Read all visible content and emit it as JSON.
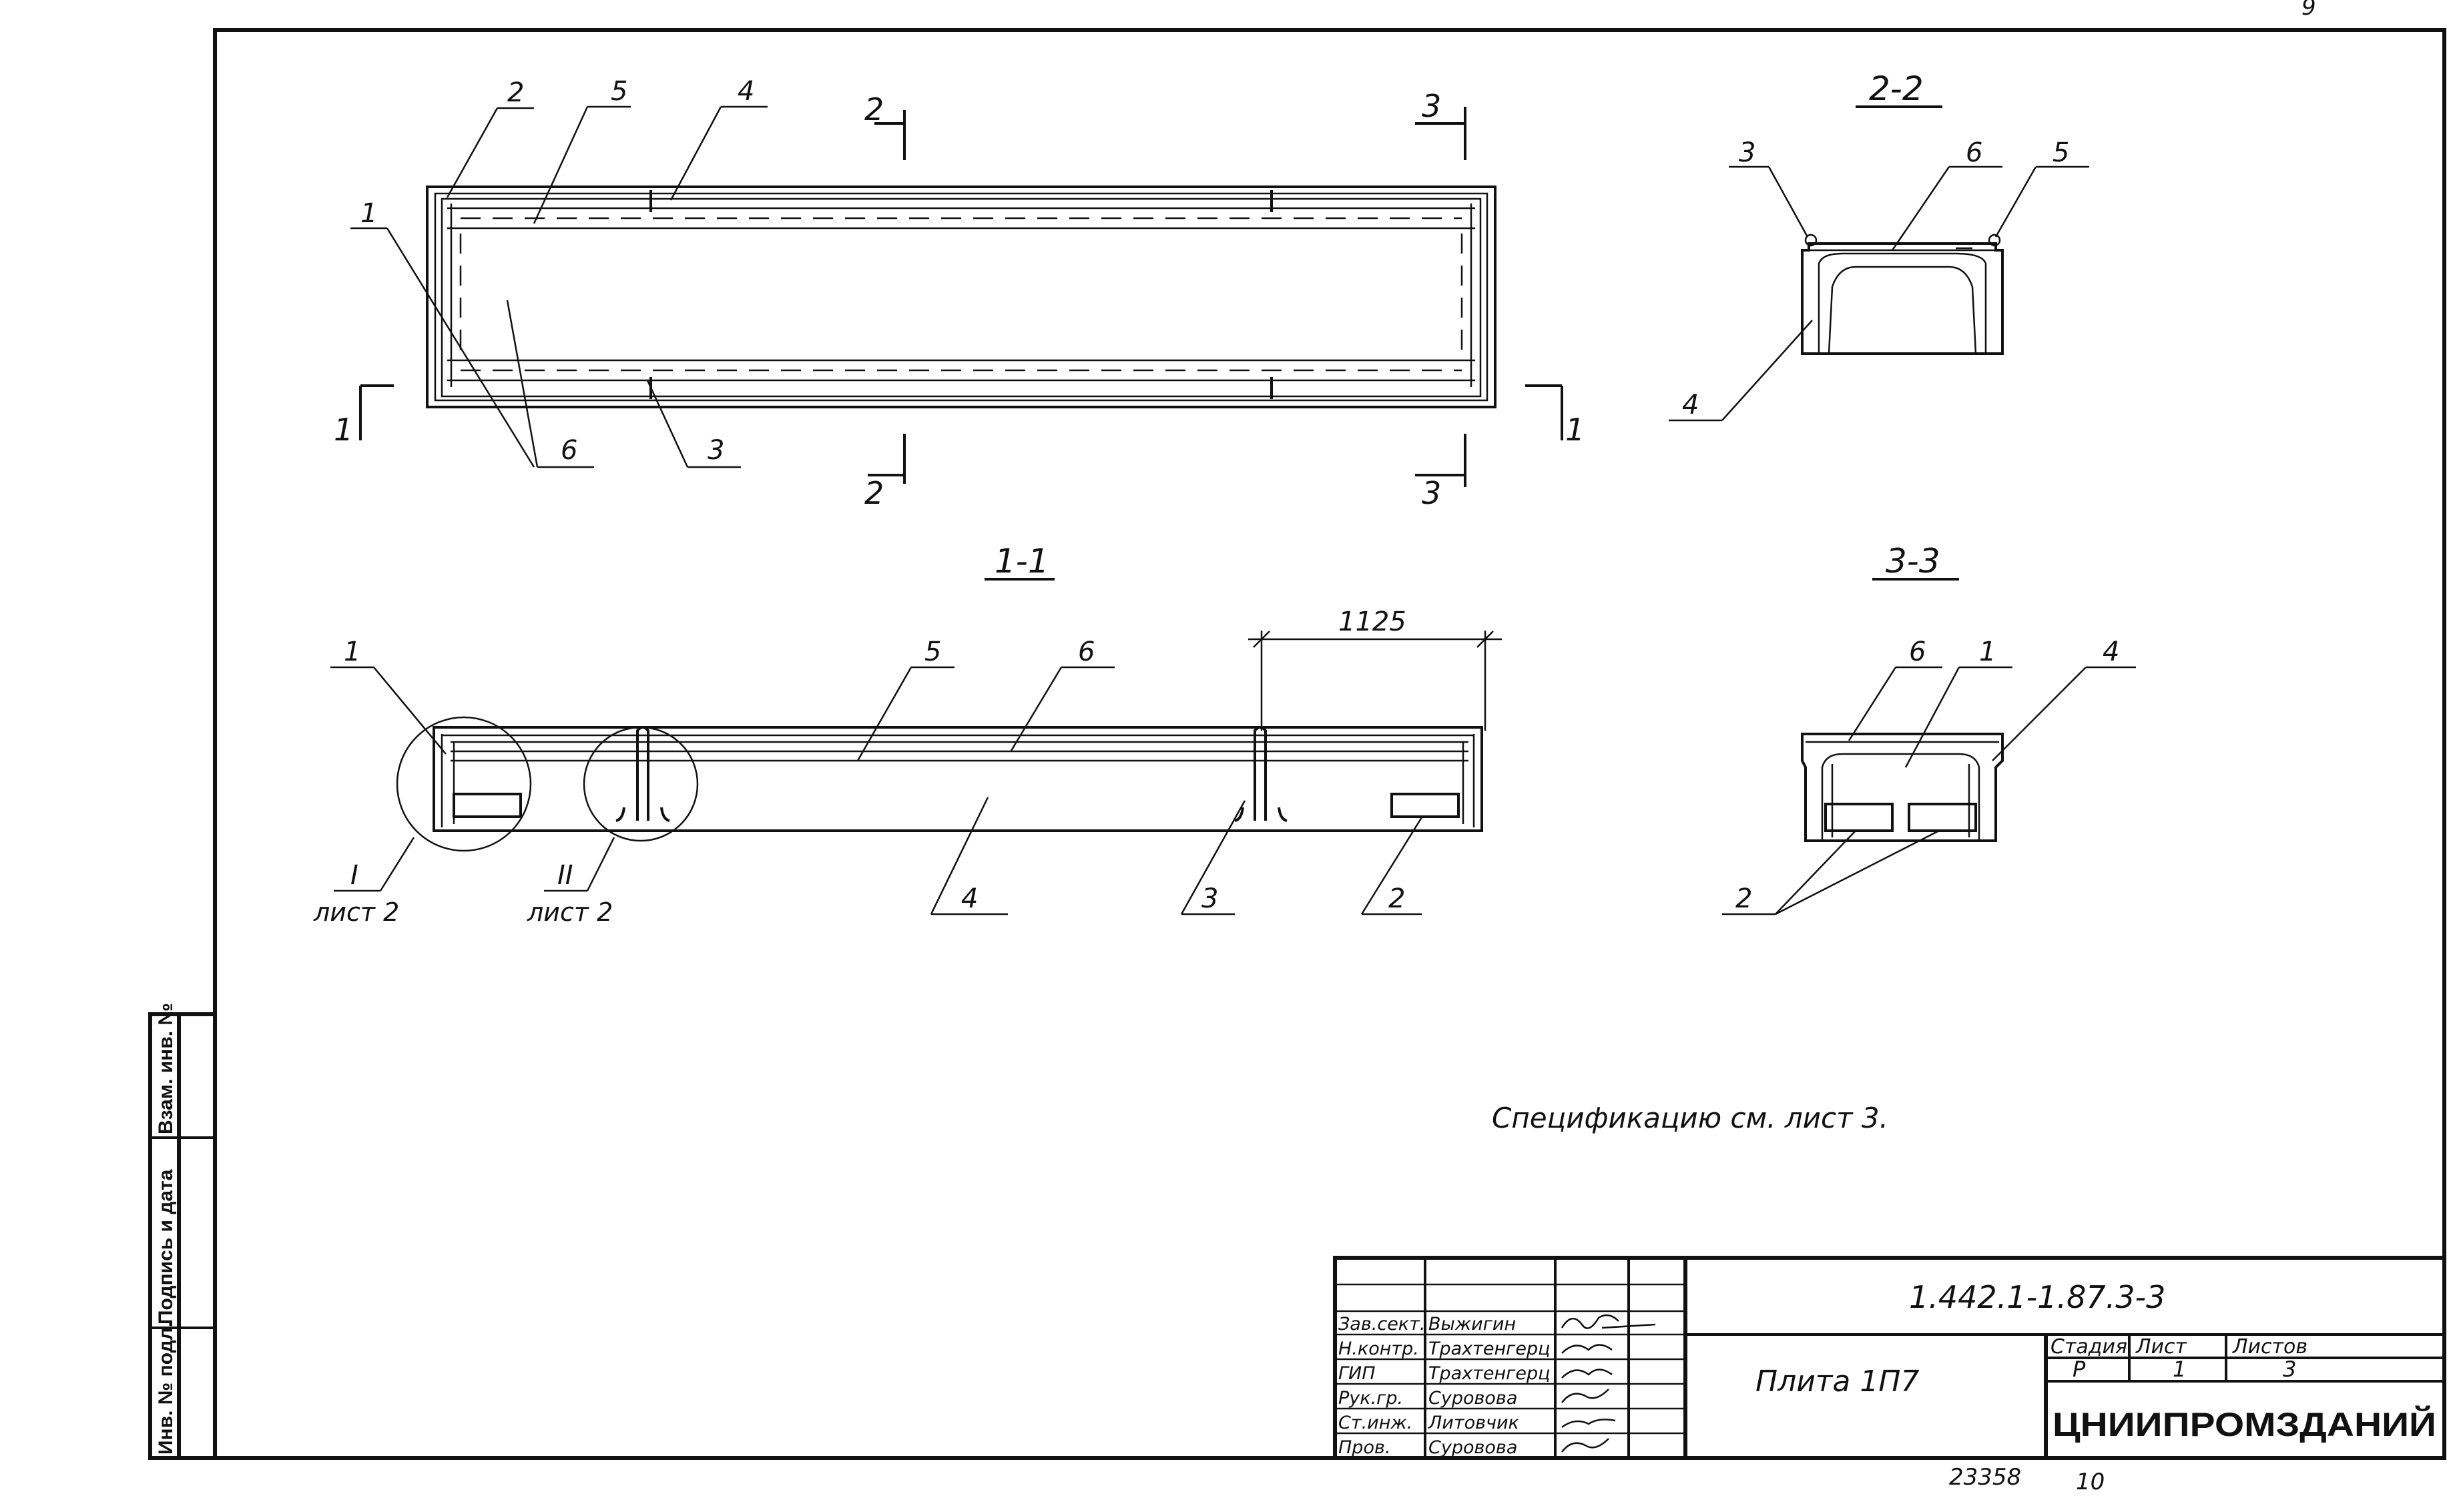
{
  "page_corner_number": "9",
  "views": {
    "plan": {
      "callouts": [
        "2",
        "5",
        "4",
        "1",
        "6",
        "3"
      ],
      "section_marks": {
        "s1_left": "1",
        "s1_right": "1",
        "s2_top": "2",
        "s2_bottom": "2",
        "s3_top": "3",
        "s3_bottom": "3"
      }
    },
    "section_1_1": {
      "title": "1-1",
      "dimension": "1125",
      "callouts": [
        "1",
        "5",
        "6",
        "4",
        "3",
        "2"
      ],
      "detail_1": {
        "mark": "I",
        "sheet": "лист 2"
      },
      "detail_2": {
        "mark": "II",
        "sheet": "лист 2"
      }
    },
    "section_2_2": {
      "title": "2-2",
      "callouts": [
        "3",
        "6",
        "5",
        "4"
      ]
    },
    "section_3_3": {
      "title": "3-3",
      "callouts": [
        "6",
        "1",
        "4",
        "2"
      ]
    }
  },
  "note": "Спецификацию см. лист 3.",
  "side_stamp": {
    "col1": "Инв. № подл.",
    "col2": "Подпись и дата",
    "col3": "Взам. инв. №"
  },
  "title_block": {
    "doc_code": "1.442.1-1.87.3-3",
    "item_name": "Плита 1П7",
    "stage_header": "Стадия",
    "sheet_header": "Лист",
    "sheets_header": "Листов",
    "stage": "Р",
    "sheet": "1",
    "sheets": "3",
    "organization": "ЦНИИПРОМЗДАНИЙ",
    "roles": [
      {
        "role": "Зав.сект.",
        "name": "Выжигин"
      },
      {
        "role": "Н.контр.",
        "name": "Трахтенгерц"
      },
      {
        "role": "ГИП",
        "name": "Трахтенгерц"
      },
      {
        "role": "Рук.гр.",
        "name": "Суровова"
      },
      {
        "role": "Ст.инж.",
        "name": "Литовчик"
      },
      {
        "role": "Пров.",
        "name": "Суровова"
      }
    ]
  },
  "footer": {
    "archive_number": "23358",
    "format": "10"
  }
}
